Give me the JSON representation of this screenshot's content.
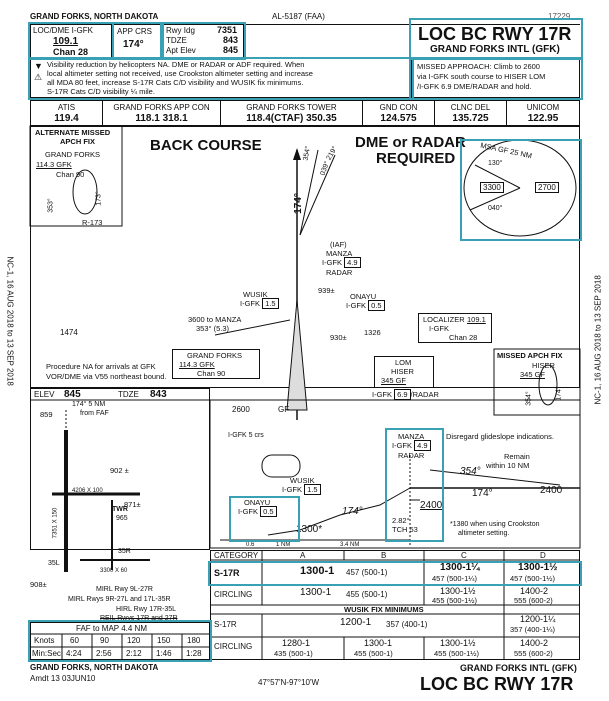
{
  "header": {
    "city_state": "GRAND FORKS, NORTH DAKOTA",
    "procedure_id": "AL-5187 (FAA)",
    "chart_num": "17229"
  },
  "briefing": {
    "loc_label": "LOC/DME I-GFK",
    "loc_freq": "109.1",
    "chan": "Chan 28",
    "app_crs_label": "APP CRS",
    "app_crs": "174°",
    "rwy_ldg_label": "Rwy Idg",
    "rwy_ldg": "7351",
    "tdze_label": "TDZE",
    "tdze": "843",
    "apt_elev_label": "Apt Elev",
    "apt_elev": "845",
    "title": "LOC BC RWY 17R",
    "airport": "GRAND FORKS INTL (GFK)",
    "notes_line1": "Visibility reduction by helicopters NA.  DME or RADAR or ADF required.  When",
    "notes_line2": "local altimeter setting not received, use Crookston altimeter setting and increase",
    "notes_line3": "all MDA 80 feet, increase S-17R Cats C/D visibility and WUSIK fix minimums.",
    "notes_line4": "S-17R Cats C/D visibility ¼ mile.",
    "missed_line1": "MISSED APPROACH:  Climb to 2600",
    "missed_line2": "via I-GFK south course to HISER LOM",
    "missed_line3": "/I-GFK 6.9 DME/RADAR and hold."
  },
  "comms": [
    {
      "name": "ATIS",
      "value": "119.4"
    },
    {
      "name": "GRAND FORKS APP CON",
      "value": "118.1  318.1"
    },
    {
      "name": "GRAND FORKS TOWER",
      "value": "118.4(CTAF)  350.35"
    },
    {
      "name": "GND CON",
      "value": "124.575"
    },
    {
      "name": "CLNC DEL",
      "value": "135.725"
    },
    {
      "name": "UNICOM",
      "value": "122.95"
    }
  ],
  "planview": {
    "alt_missed_title": "ALTERNATE MISSED",
    "alt_missed_title2": "APCH FIX",
    "alt_fix_name": "GRAND FORKS",
    "alt_fix_freq": "114.3  GFK",
    "alt_fix_chan": "Chan 90",
    "alt_r": "R-173",
    "alt_r2": "353°",
    "alt_r3": "173°",
    "back_course": "BACK COURSE",
    "dme_radar": "DME or RADAR",
    "required": "REQUIRED",
    "msa": "MSA GF 25 NM",
    "msa_a": "3300",
    "msa_b": "2700",
    "msa_deg1": "130°",
    "msa_deg2": "040°",
    "course_354": "354°",
    "course_174": "174°",
    "course_039": "039°",
    "course_219": "219°",
    "iaf": "(IAF)",
    "manza": "MANZA",
    "manza_dme": "I-GFK",
    "manza_dme_val": "4.9",
    "radar": "RADAR",
    "wusik": "WUSIK",
    "wusik_dme": "I-GFK",
    "wusik_dme_val": "1.5",
    "onayu": "ONAYU",
    "onayu_dme": "I-GFK",
    "onayu_dme_val": "0.5",
    "obst_939": "939±",
    "obst_1326": "1326",
    "obst_930": "930±",
    "obst_1474": "1474",
    "to_manza": "3600 to MANZA",
    "to_manza2": "353° (5.3)",
    "gfk_name": "GRAND FORKS",
    "gfk_freq": "114.3  GFK",
    "gfk_chan": "Chan 90",
    "loc_name": "LOCALIZER",
    "loc_freq": "109.1",
    "loc_id": "I-GFK",
    "loc_chan": "Chan 28",
    "missed_fix": "MISSED APCH FIX",
    "hiser": "HISER",
    "hiser_freq": "345  GF",
    "hiser_deg1": "354°",
    "hiser_deg2": "174°",
    "lom": "LOM",
    "lom_hiser": "HISER",
    "lom_freq": "345  GF",
    "lom_dme": "I-GFK",
    "lom_dme_val": "6.9",
    "lom_radar": "/RADAR",
    "proc_na": "Procedure NA for arrivals at GFK",
    "proc_na2": "VOR/DME via V55 northeast bound.",
    "side_left": "NC-1, 16 AUG 2018 to 13 SEP 2018",
    "side_right": "NC-1, 16 AUG 2018 to 13 SEP 2018"
  },
  "profile": {
    "elev_label": "ELEV",
    "elev": "845",
    "tdze_label": "TDZE",
    "tdze": "843",
    "nm_from_faf": "174° 5 NM",
    "from_faf": "from FAF",
    "obst_859": "859",
    "obst_902": "902 ±",
    "obst_871": "871±",
    "obst_908": "908±",
    "rwy_dim1": "4206 X 100",
    "rwy_dim2": "7351 X 150",
    "rwy_dim3": "3300 X 60",
    "rwy_35r": "35R",
    "rwy_35l": "35L",
    "twr": "TWR",
    "twr_elev": "965",
    "lights1": "MIRL Rwy 9L-27R",
    "lights2": "MIRL Rwys 9R-27L and 17L-35R",
    "lights3": "HIRL Rwy 17R-35L",
    "lights4": "REIL Rwys 17R and 27R",
    "alt_2600": "2600",
    "gf": "GF",
    "igfk5": "I-GFK 5 crs",
    "manza": "MANZA",
    "manza_dme": "I-GFK",
    "manza_dme_val": "4.9",
    "radar": "RADAR",
    "disregard": "Disregard glideslope indications.",
    "remain": "Remain",
    "within": "within 10 NM",
    "c354": "354°",
    "c174": "174°",
    "a2400": "2400",
    "wusik": "WUSIK",
    "wusik_dme": "I-GFK",
    "wusik_dme_val": "1.5",
    "onayu": "ONAYU",
    "onayu_dme": "I-GFK",
    "onayu_dme_val": "0.5",
    "a1300": "1300*",
    "a2400b": "2400",
    "deg282": "2.82°",
    "tch": "TCH 53",
    "crookston": "*1380 when using Crookston",
    "crookston2": "altimeter setting.",
    "d06": "0.6",
    "d1nm": "1 NM",
    "d34": "3.4 NM"
  },
  "minimums": {
    "cat_label": "CATEGORY",
    "cats": [
      "A",
      "B",
      "C",
      "D"
    ],
    "s17r": "S-17R",
    "s17r_ab": "1300-1",
    "s17r_ab_hat": "457 (500-1)",
    "s17r_c": "1300-1¼",
    "s17r_c_hat": "457 (500-1¼)",
    "s17r_d": "1300-1½",
    "s17r_d_hat": "457 (500-1½)",
    "circ": "CIRCLING",
    "circ_ab": "1300-1",
    "circ_ab_hat": "455 (500-1)",
    "circ_c": "1300-1½",
    "circ_c_hat": "455 (500-1½)",
    "circ_d": "1400-2",
    "circ_d_hat": "555 (600-2)",
    "wusik_title": "WUSIK FIX MINIMUMS",
    "w_s17r": "S-17R",
    "w_s17r_abc": "1200-1",
    "w_s17r_abc_hat": "357 (400-1)",
    "w_s17r_d": "1200-1¼",
    "w_s17r_d_hat": "357 (400-1¼)",
    "w_circ": "CIRCLING",
    "w_circ_a": "1280-1",
    "w_circ_a_hat": "435 (500-1)",
    "w_circ_b": "1300-1",
    "w_circ_b_hat": "455 (500-1)",
    "w_circ_c": "1300-1½",
    "w_circ_c_hat": "455 (500-1½)",
    "w_circ_d": "1400-2",
    "w_circ_d_hat": "555 (600-2)"
  },
  "faf_table": {
    "title": "FAF to MAP 4.4 NM",
    "knots_label": "Knots",
    "knots": [
      "60",
      "90",
      "120",
      "150",
      "180"
    ],
    "time_label": "Min:Sec",
    "times": [
      "4:24",
      "2:56",
      "2:12",
      "1:46",
      "1:28"
    ]
  },
  "footer": {
    "city_state": "GRAND FORKS, NORTH DAKOTA",
    "amdt": "Amdt 13  03JUN10",
    "coords": "47°57'N-97°10'W",
    "airport": "GRAND FORKS INTL (GFK)",
    "title": "LOC BC RWY 17R"
  }
}
